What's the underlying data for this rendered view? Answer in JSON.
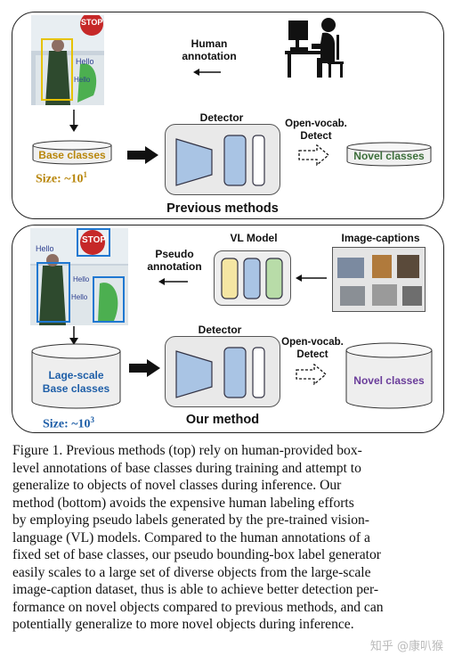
{
  "top": {
    "human_annotation": [
      "Human",
      "annotation"
    ],
    "detector": "Detector",
    "open_vocab": [
      "Open-vocab.",
      "Detect"
    ],
    "base_classes": "Base classes",
    "size_prefix": "Size: ~10",
    "size_exp": "1",
    "novel_classes": "Novel classes",
    "section_label": "Previous methods",
    "photo_sign": "STOP"
  },
  "bottom": {
    "pseudo_annotation": [
      "Pseudo",
      "annotation"
    ],
    "vl_model": "VL Model",
    "image_captions": "Image-captions",
    "detector": "Detector",
    "open_vocab": [
      "Open-vocab.",
      "Detect"
    ],
    "base_classes": [
      "Lage-scale",
      "Base classes"
    ],
    "size_prefix": "Size: ~10",
    "size_exp": "3",
    "novel_classes": "Novel classes",
    "section_label": "Our method",
    "photo_sign": "STOP"
  },
  "colors": {
    "gold": "#b8860b",
    "blue": "#1f5fa8",
    "green": "#3c6e3a",
    "purple": "#6a3d9a",
    "detector_fill": "#e9e9e9",
    "vl_fill": "#eeeeee"
  },
  "caption": [
    "Figure 1.  Previous methods (top) rely on human-provided box-",
    "level annotations of base classes during training and attempt to",
    "generalize to objects of novel classes during inference.   Our",
    "method (bottom) avoids the expensive human labeling efforts",
    "by employing pseudo labels generated by the pre-trained vision-",
    "language (VL) models.  Compared to the human annotations of a",
    "fixed set of base classes, our pseudo bounding-box label generator",
    "easily scales to a large set of diverse objects from the large-scale",
    "image-caption dataset, thus is able to achieve better detection per-",
    "formance on novel objects compared to previous methods, and can",
    "potentially generalize to more novel objects during inference."
  ],
  "watermark": "知乎 @康叭猴"
}
